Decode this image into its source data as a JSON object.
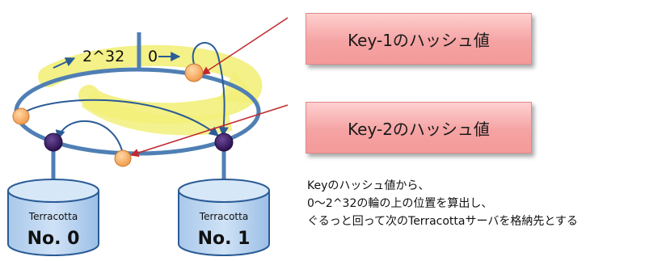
{
  "ring": {
    "label_max": "2^32",
    "label_zero": "0"
  },
  "servers": [
    {
      "name": "Terracotta",
      "number": "No. 0"
    },
    {
      "name": "Terracotta",
      "number": "No. 1"
    }
  ],
  "keys": [
    {
      "label": "Key-1のハッシュ値"
    },
    {
      "label": "Key-2のハッシュ値"
    }
  ],
  "description": [
    "Keyのハッシュ値から、",
    "0〜2^32の輪の上の位置を算出し、",
    "ぐるっと回って次のTerracottaサーバを格納先とする"
  ],
  "colors": {
    "ring": "#4f7fb4",
    "swirl": "#f2f07a",
    "key_node": "#f6a55a",
    "server_node": "#3e1f66",
    "arrow_red": "#c0282d",
    "arrow_blue": "#2b5c96",
    "box_fill": "#f5a3a3"
  }
}
